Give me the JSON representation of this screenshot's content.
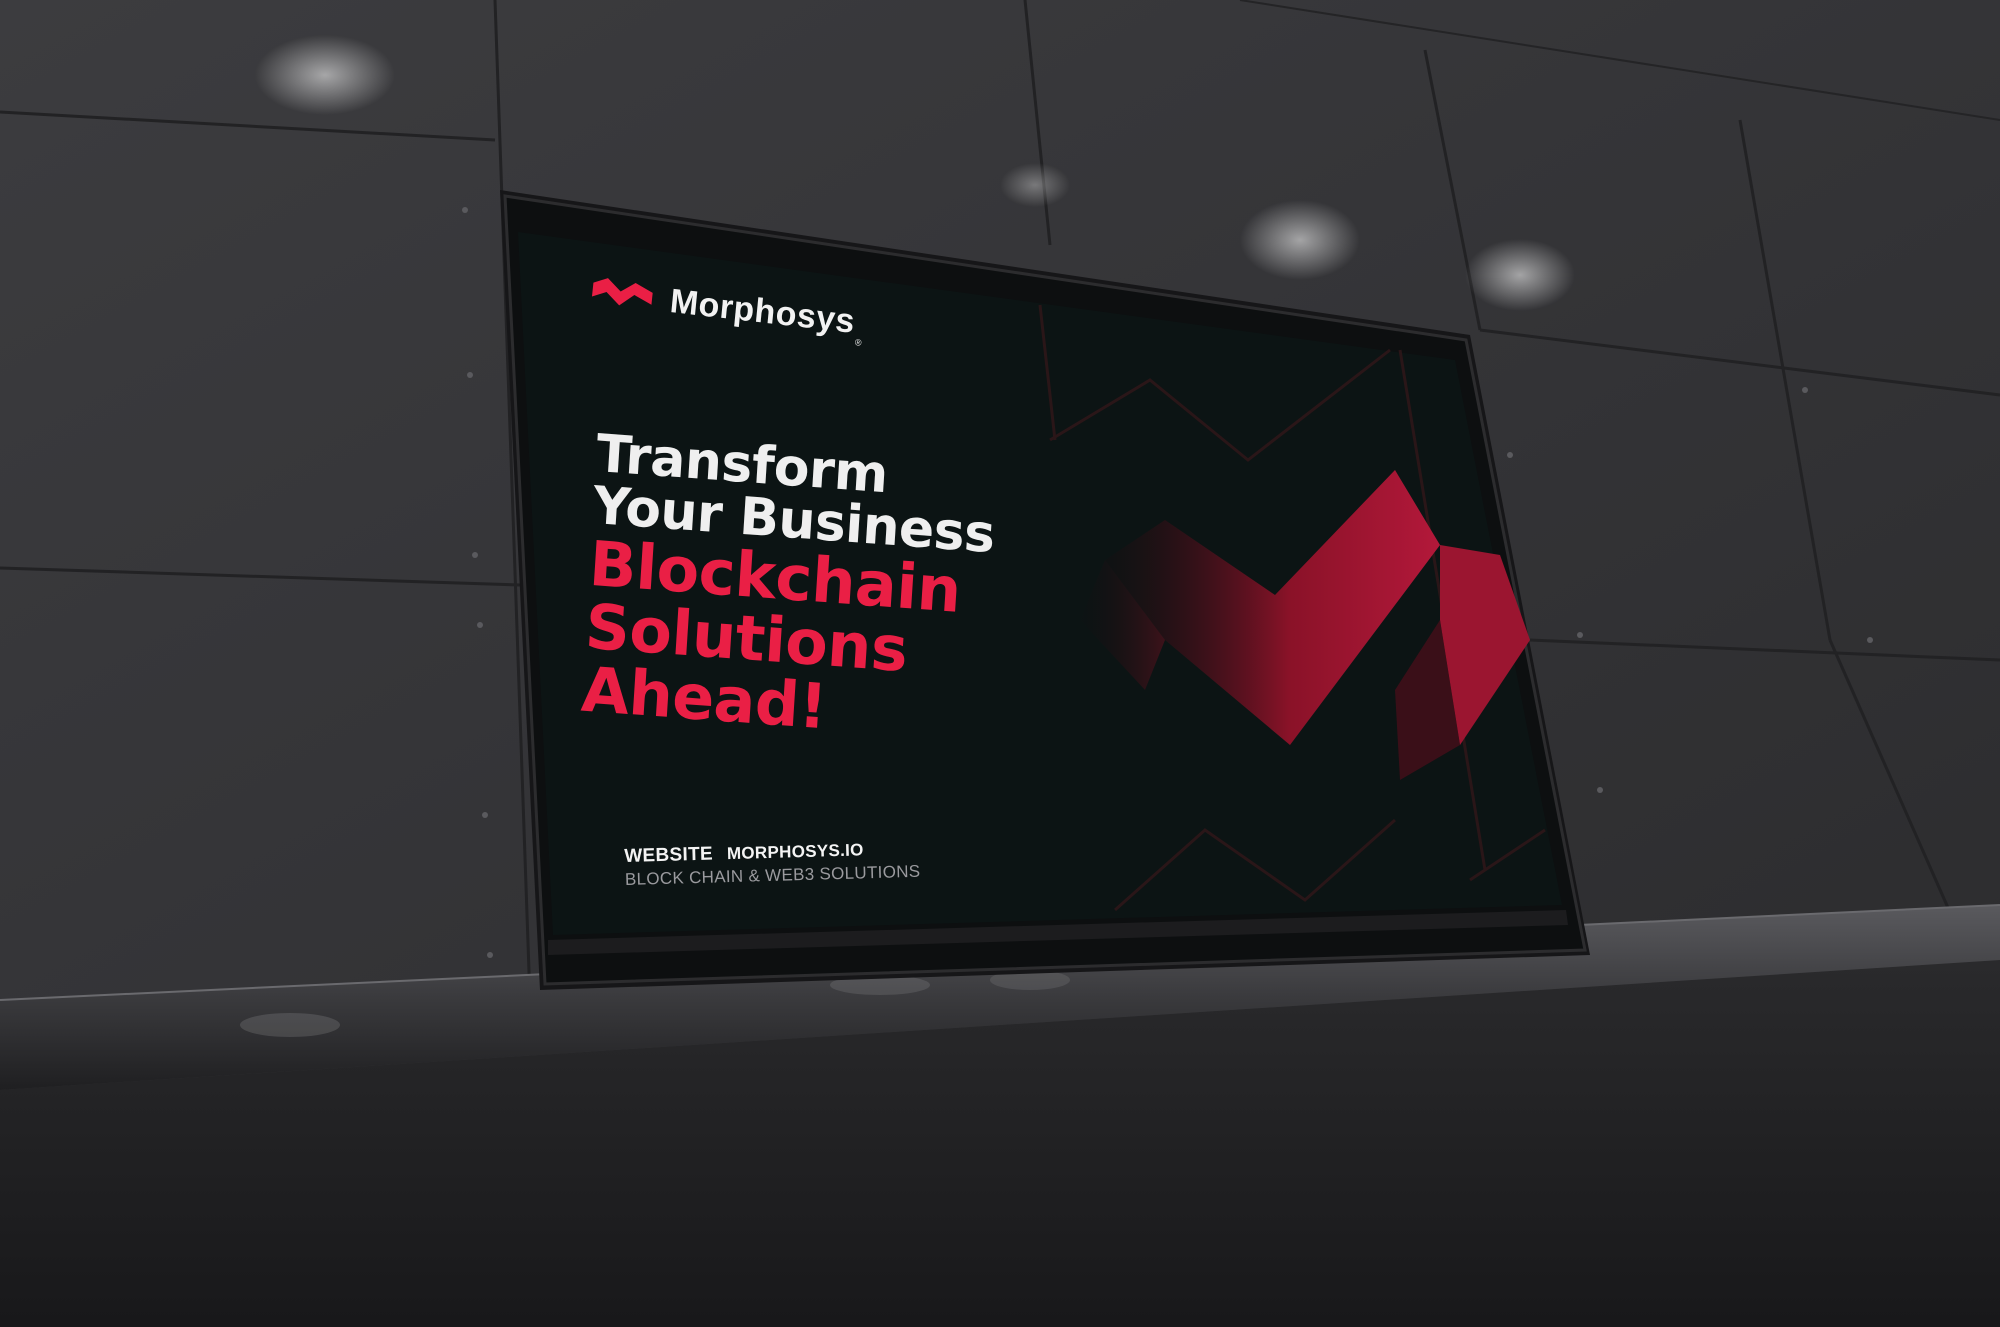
{
  "poster": {
    "brand_name": "Morphosys",
    "brand_mark": "®",
    "headline_line1": "Transform",
    "headline_line2": "Your Business",
    "headline_line3": "Blockchain",
    "headline_line4": "Solutions",
    "headline_line5": "Ahead!",
    "website_label": "WEBSITE",
    "website_url": "MORPHOSYS.IO",
    "tagline": "BLOCK CHAIN & WEB3 SOLUTIONS"
  },
  "colors": {
    "accent_red": "#ea1f45",
    "poster_background": "#0c1414",
    "wall": "#3a3a3c",
    "floor": "#1e1e20"
  },
  "icons": {
    "logo": "morphosys-m-logo-icon",
    "chevron_graphic": "m-chevron-graphic"
  }
}
